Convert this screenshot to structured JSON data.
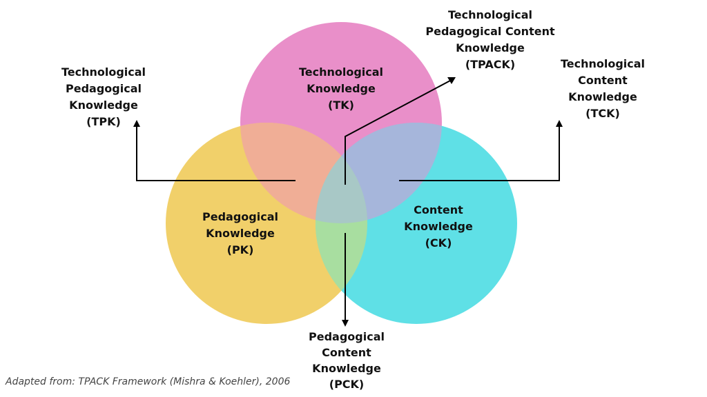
{
  "circles": {
    "tk": {
      "lines": [
        "Technological",
        "Knowledge",
        "(TK)"
      ],
      "color": "#e98fc9"
    },
    "pk": {
      "lines": [
        "Pedagogical",
        "Knowledge",
        "(PK)"
      ],
      "color": "#f1d06a"
    },
    "ck": {
      "lines": [
        "Content",
        "Knowledge",
        "(CK)"
      ],
      "color": "#5fe0e6"
    }
  },
  "intersections": {
    "tpk": {
      "lines": [
        "Technological",
        "Pedagogical",
        "Knowledge",
        "(TPK)"
      ],
      "color": "#f0ae96"
    },
    "tck": {
      "lines": [
        "Technological",
        "Content",
        "Knowledge",
        "(TCK)"
      ],
      "color": "#a6b6db"
    },
    "pck": {
      "lines": [
        "Pedagogical",
        "Content",
        "Knowledge",
        "(PCK)"
      ],
      "color": "#a8dea0"
    },
    "tpack": {
      "lines": [
        "Technological",
        "Pedagogical Content",
        "Knowledge",
        "(TPACK)"
      ],
      "color": "#a8c8c6"
    }
  },
  "caption": "Adapted from: TPACK Framework (Mishra & Koehler), 2006"
}
